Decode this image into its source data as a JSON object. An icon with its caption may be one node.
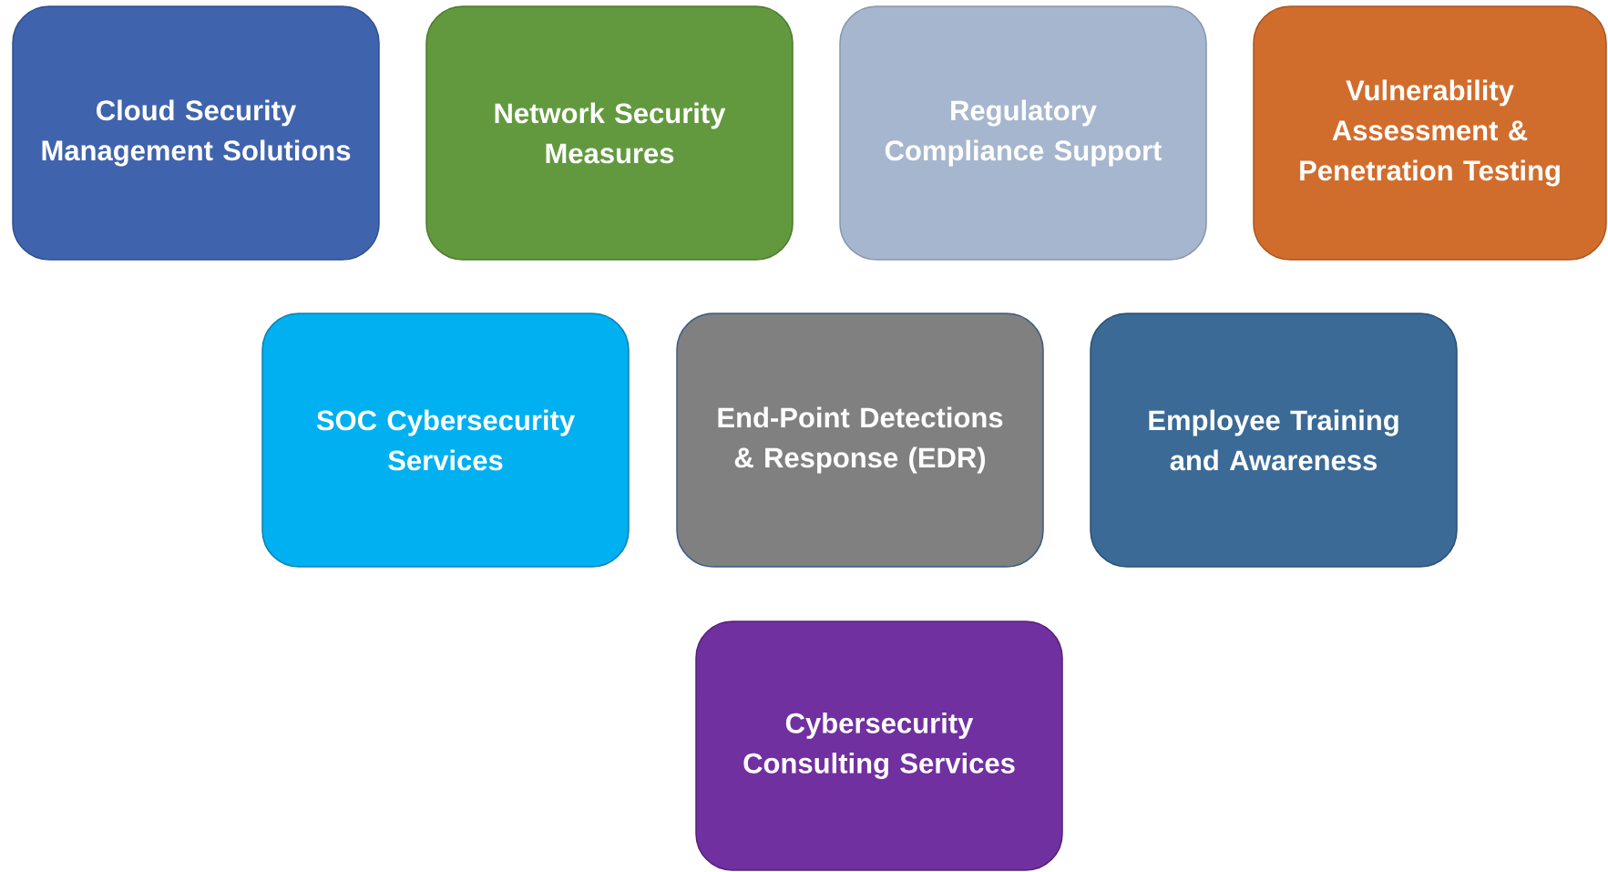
{
  "diagram": {
    "nodes": [
      {
        "text": [
          "Cloud Security Management Solutions"
        ]
      },
      {
        "text": [
          "Network Security Measures"
        ]
      },
      {
        "text": [
          "Regulatory Compliance Support"
        ]
      },
      {
        "text": [
          "Vulnerability Assessment & Penetration Testing"
        ]
      },
      {
        "text": [
          "SOC Cybersecurity Services"
        ]
      },
      {
        "text": [
          "End-Point Detections & Response (EDR)"
        ]
      },
      {
        "text": [
          "Employee Training and Awareness"
        ]
      },
      {
        "text": [
          "Cybersecurity Consulting Services"
        ]
      }
    ]
  }
}
